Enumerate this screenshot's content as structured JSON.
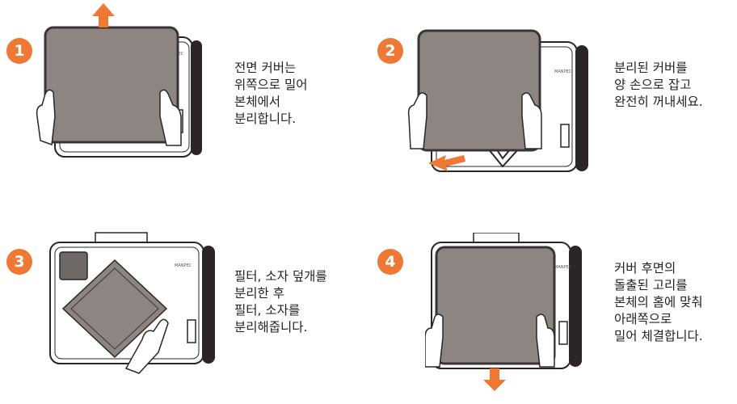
{
  "colors": {
    "accent": "#F07835",
    "cover": "#8D8582",
    "cover_edge": "#3A3534",
    "body_dark": "#2A2625"
  },
  "steps": [
    {
      "number": "1",
      "lines": [
        "전면 커버는",
        "위쪽으로 밀어",
        "본체에서",
        "분리합니다."
      ],
      "arrow_direction": "up"
    },
    {
      "number": "2",
      "lines": [
        "분리된 커버를",
        "양 손으로 잡고",
        "완전히 꺼내세요."
      ],
      "arrow_direction": "left"
    },
    {
      "number": "3",
      "lines": [
        "필터, 소자 덮개를",
        "분리한 후",
        "필터, 소자를",
        "분리해줍니다."
      ],
      "arrow_direction": "none"
    },
    {
      "number": "4",
      "lines": [
        "커버 후면의",
        "돌출된 고리를",
        "본체의 홈에 맞춰",
        "아래쪽으로",
        "밀어 체결합니다."
      ],
      "arrow_direction": "down"
    }
  ]
}
